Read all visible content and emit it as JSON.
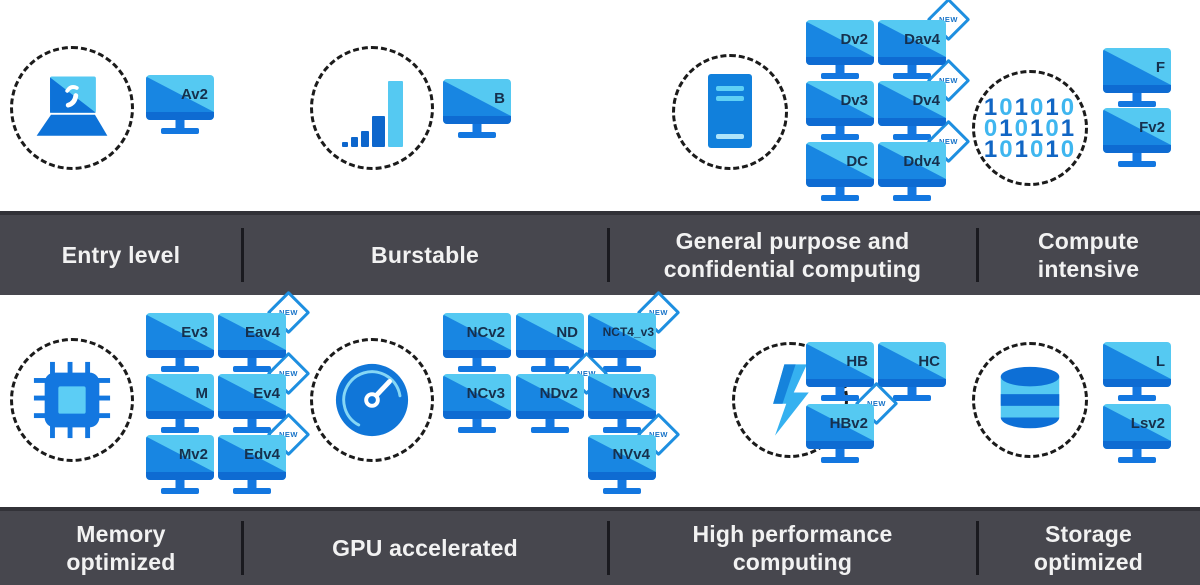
{
  "badge_label": "NEW",
  "colors": {
    "band_bg": "#47474e",
    "band_border": "#323238",
    "band_text": "#f2f2f2",
    "divider": "#1a1a1f",
    "screen_light": "#55c9f2",
    "screen_dark": "#1886e2",
    "monitor_strip": "#0e6bd2",
    "monitor_stand": "#1377e0",
    "monitor_label": "#16304d",
    "badge_border": "#1e8fe0",
    "badge_text": "#1873c8",
    "binary_dark": "#1166c4",
    "binary_light": "#3fb6ef"
  },
  "bands": {
    "top": [
      {
        "id": "entry-level",
        "label": "Entry level"
      },
      {
        "id": "burstable",
        "label": "Burstable"
      },
      {
        "id": "general-purpose",
        "label": "General purpose and\nconfidential computing"
      },
      {
        "id": "compute-intensive",
        "label": "Compute\nintensive"
      }
    ],
    "bottom": [
      {
        "id": "memory-optimized",
        "label": "Memory\noptimized"
      },
      {
        "id": "gpu-accelerated",
        "label": "GPU accelerated"
      },
      {
        "id": "high-performance-computing",
        "label": "High performance\ncomputing"
      },
      {
        "id": "storage-optimized",
        "label": "Storage\noptimized"
      }
    ]
  },
  "clusters": [
    {
      "id": "entry",
      "category": "Entry level",
      "icon": "laptop-icon",
      "monitors": [
        {
          "label": "Av2",
          "new": false,
          "col": 0,
          "row": 0
        }
      ]
    },
    {
      "id": "burst",
      "category": "Burstable",
      "icon": "bar-chart-icon",
      "monitors": [
        {
          "label": "B",
          "new": false,
          "col": 0,
          "row": 0
        }
      ]
    },
    {
      "id": "gp",
      "category": "General purpose and confidential computing",
      "icon": "server-icon",
      "monitors": [
        {
          "label": "Dv2",
          "new": false,
          "col": 0,
          "row": 0
        },
        {
          "label": "Dav4",
          "new": true,
          "col": 1,
          "row": 0
        },
        {
          "label": "Dv3",
          "new": false,
          "col": 0,
          "row": 1
        },
        {
          "label": "Dv4",
          "new": true,
          "col": 1,
          "row": 1
        },
        {
          "label": "DC",
          "new": false,
          "col": 0,
          "row": 2
        },
        {
          "label": "Ddv4",
          "new": true,
          "col": 1,
          "row": 2
        }
      ]
    },
    {
      "id": "compute",
      "category": "Compute intensive",
      "icon": "binary-icon",
      "binary_rows": [
        "101010",
        "010101",
        "101010"
      ],
      "monitors": [
        {
          "label": "F",
          "new": false,
          "col": 0,
          "row": 0
        },
        {
          "label": "Fv2",
          "new": false,
          "col": 0,
          "row": 1
        }
      ]
    },
    {
      "id": "memory",
      "category": "Memory optimized",
      "icon": "chip-icon",
      "monitors": [
        {
          "label": "Ev3",
          "new": false,
          "col": 0,
          "row": 0
        },
        {
          "label": "Eav4",
          "new": true,
          "col": 1,
          "row": 0
        },
        {
          "label": "M",
          "new": false,
          "col": 0,
          "row": 1
        },
        {
          "label": "Ev4",
          "new": true,
          "col": 1,
          "row": 1
        },
        {
          "label": "Mv2",
          "new": false,
          "col": 0,
          "row": 2
        },
        {
          "label": "Edv4",
          "new": true,
          "col": 1,
          "row": 2
        }
      ]
    },
    {
      "id": "gpu",
      "category": "GPU accelerated",
      "icon": "gauge-icon",
      "monitors": [
        {
          "label": "NCv2",
          "new": false,
          "col": 0,
          "row": 0
        },
        {
          "label": "ND",
          "new": false,
          "col": 1,
          "row": 0
        },
        {
          "label": "NCT4_v3",
          "new": true,
          "col": 2,
          "row": 0
        },
        {
          "label": "NCv3",
          "new": false,
          "col": 0,
          "row": 1
        },
        {
          "label": "NDv2",
          "new": true,
          "col": 1,
          "row": 1
        },
        {
          "label": "NVv3",
          "new": false,
          "col": 2,
          "row": 1
        },
        {
          "label": "NVv4",
          "new": true,
          "col": 2,
          "row": 2
        }
      ]
    },
    {
      "id": "hpc",
      "category": "High performance computing",
      "icon": "lightning-icon",
      "monitors": [
        {
          "label": "HB",
          "new": false,
          "col": 0,
          "row": 0
        },
        {
          "label": "HC",
          "new": false,
          "col": 1,
          "row": 0
        },
        {
          "label": "HBv2",
          "new": true,
          "col": 0,
          "row": 1
        }
      ]
    },
    {
      "id": "storage",
      "category": "Storage optimized",
      "icon": "database-icon",
      "monitors": [
        {
          "label": "L",
          "new": false,
          "col": 0,
          "row": 0
        },
        {
          "label": "Lsv2",
          "new": false,
          "col": 0,
          "row": 1
        }
      ]
    }
  ]
}
